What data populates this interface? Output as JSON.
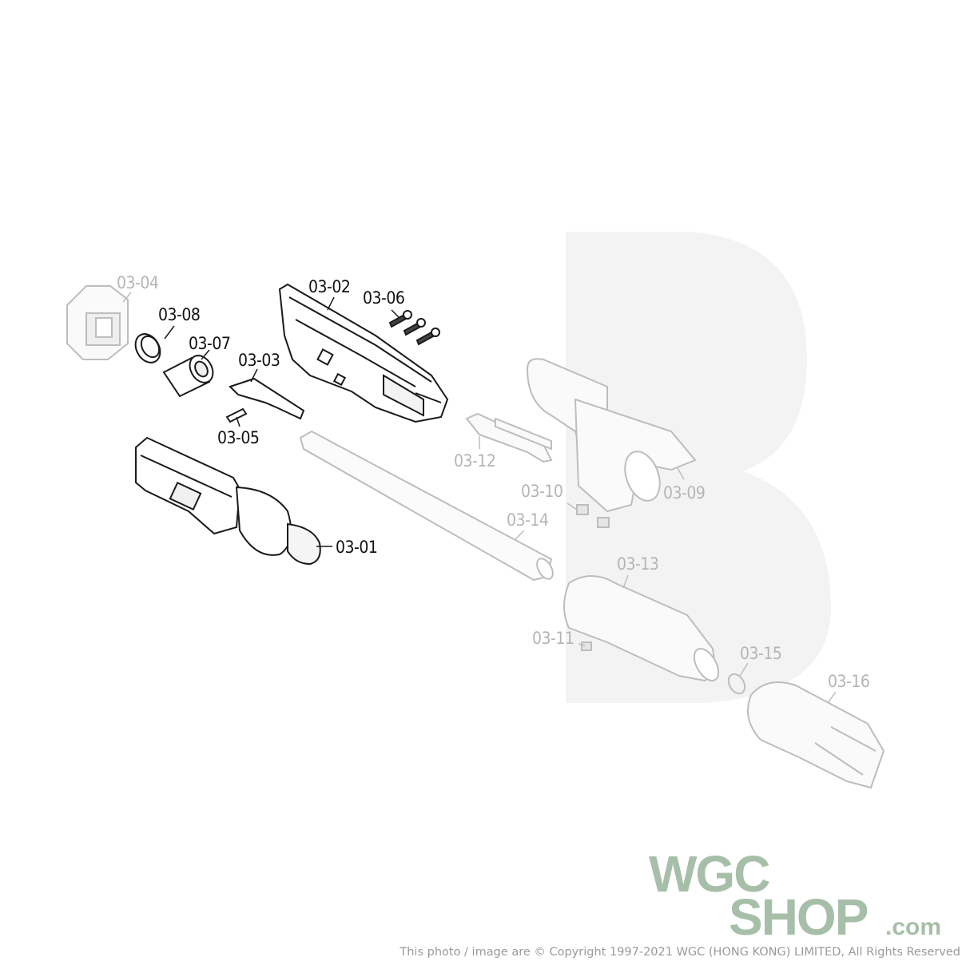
{
  "colors": {
    "active_line": "#1a1a1a",
    "faded_line": "#bdbdbd",
    "brand_green": "#a7bfa9",
    "watermark": "#f2f2f2"
  },
  "parts": [
    {
      "id": "03-01",
      "label": "03-01",
      "state": "active"
    },
    {
      "id": "03-02",
      "label": "03-02",
      "state": "active"
    },
    {
      "id": "03-03",
      "label": "03-03",
      "state": "active"
    },
    {
      "id": "03-04",
      "label": "03-04",
      "state": "faded"
    },
    {
      "id": "03-05",
      "label": "03-05",
      "state": "active"
    },
    {
      "id": "03-06",
      "label": "03-06",
      "state": "active"
    },
    {
      "id": "03-07",
      "label": "03-07",
      "state": "active"
    },
    {
      "id": "03-08",
      "label": "03-08",
      "state": "active"
    },
    {
      "id": "03-09",
      "label": "03-09",
      "state": "faded"
    },
    {
      "id": "03-10",
      "label": "03-10",
      "state": "faded"
    },
    {
      "id": "03-11",
      "label": "03-11",
      "state": "faded"
    },
    {
      "id": "03-12",
      "label": "03-12",
      "state": "faded"
    },
    {
      "id": "03-13",
      "label": "03-13",
      "state": "faded"
    },
    {
      "id": "03-14",
      "label": "03-14",
      "state": "faded"
    },
    {
      "id": "03-15",
      "label": "03-15",
      "state": "faded"
    },
    {
      "id": "03-16",
      "label": "03-16",
      "state": "faded"
    }
  ],
  "brand": {
    "logo_line1": "WGC",
    "logo_line2": "SHOP",
    "logo_suffix": ".com",
    "copyright": "This photo / image are © Copyright 1997-2021 WGC (HONG KONG) LIMITED, All Rights Reserved"
  }
}
